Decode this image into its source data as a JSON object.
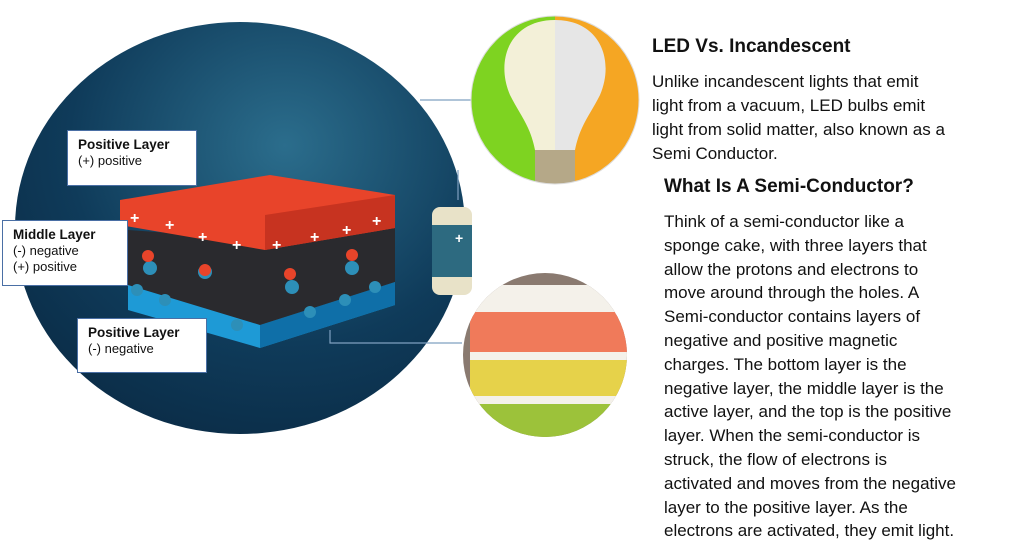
{
  "callouts": [
    {
      "title": "Positive Layer",
      "lines": [
        "(+) positive"
      ]
    },
    {
      "title": "Middle Layer",
      "lines": [
        "(-) negative",
        "(+) positive"
      ]
    },
    {
      "title": "Positive Layer",
      "lines": [
        "(-) negative"
      ]
    }
  ],
  "section1": {
    "heading": "LED Vs. Incandescent",
    "lines": [
      "Unlike incandescent lights that emit",
      "light from a vacuum, LED bulbs emit",
      "light from solid matter, also known as a",
      "Semi Conductor."
    ]
  },
  "section2": {
    "heading": "What Is A Semi-Conductor?",
    "lines": [
      "Think of a semi-conductor like a",
      "sponge cake, with three layers that",
      "allow the protons and electrons to",
      "move around through the holes. A",
      "Semi-conductor contains layers of",
      "negative and positive magnetic",
      "charges. The bottom layer is the",
      "negative layer, the middle layer is the",
      "active layer, and the top is the positive",
      "layer. When the semi-conductor is",
      "struck, the flow of electrons is",
      "activated and moves from the negative",
      "layer to the positive layer. As the",
      "electrons are activated, they emit light."
    ]
  },
  "colors": {
    "positive_layer": "#e8442a",
    "middle_layer": "#2a2a2e",
    "negative_layer": "#1e9ad6",
    "background_circle": "#0e3a5a",
    "callout_border": "#4a6fa5"
  },
  "icons": [
    "semiconductor-layers",
    "battery-icon",
    "light-bulb-image",
    "sponge-cake-image"
  ]
}
